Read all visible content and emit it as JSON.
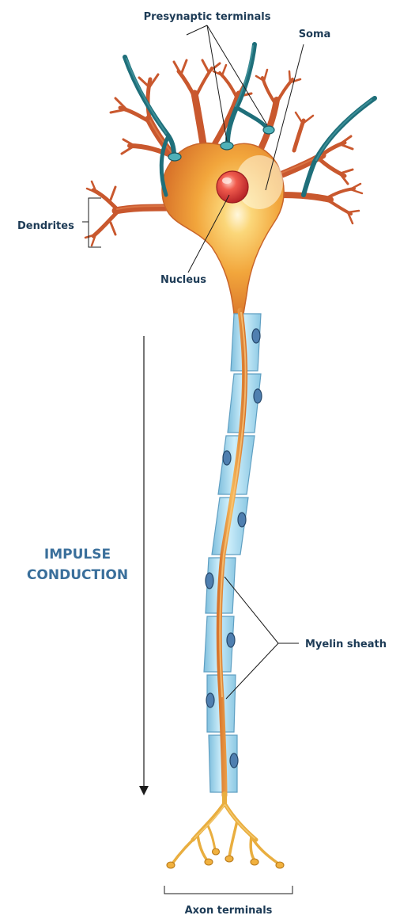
{
  "labels": {
    "presynaptic": "Presynaptic terminals",
    "soma": "Soma",
    "dendrites": "Dendrites",
    "nucleus": "Nucleus",
    "impulse_line1": "IMPULSE",
    "impulse_line2": "CONDUCTION",
    "myelin": "Myelin sheath",
    "axon_terminals": "Axon terminals"
  },
  "colors": {
    "label_text": "#1d3b56",
    "impulse_text": "#3a6f9b",
    "soma": "#f0a23a",
    "dendrites": "#c9582e",
    "presynaptic_axons": "#1f6f7a",
    "myelin": "#a9d8ee",
    "nucleus": "#e23b3b",
    "axon_terminals": "#e9ae3f"
  }
}
